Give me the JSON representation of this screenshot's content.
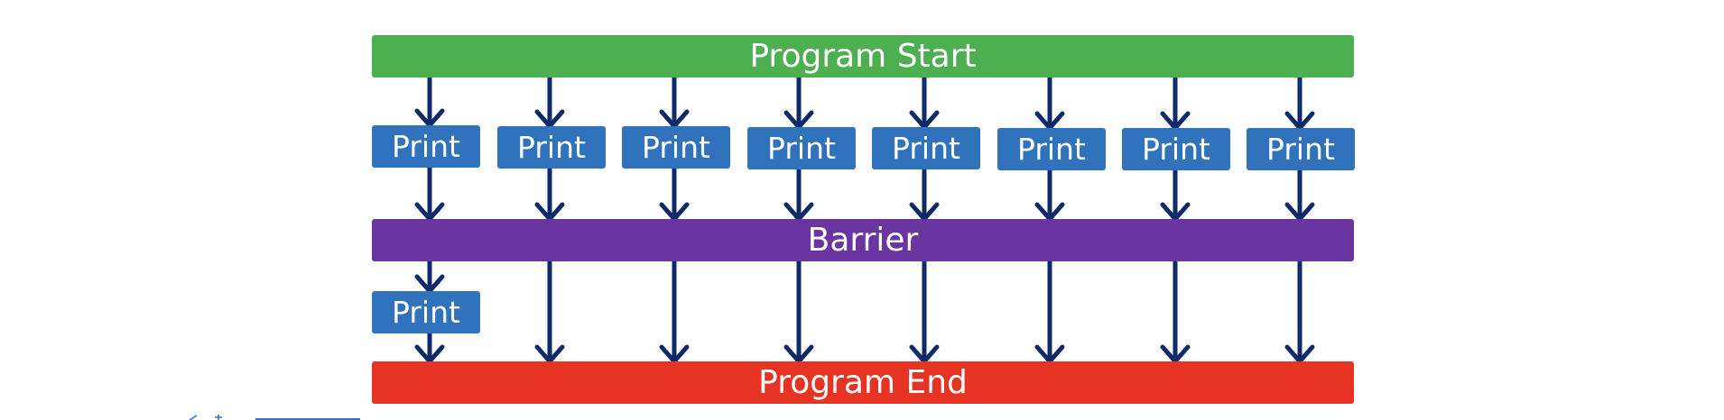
{
  "colors": {
    "start_bar": "#4caf50",
    "barrier_bar": "#6a35a1",
    "end_bar": "#e63323",
    "print_box": "#3172bd",
    "arrow": "#0f2a6b"
  },
  "start_bar": {
    "label": "Program Start"
  },
  "barrier_bar": {
    "label": "Barrier"
  },
  "end_bar": {
    "label": "Program End"
  },
  "print_boxes_before_barrier": [
    {
      "label": "Print"
    },
    {
      "label": "Print"
    },
    {
      "label": "Print"
    },
    {
      "label": "Print"
    },
    {
      "label": "Print"
    },
    {
      "label": "Print"
    },
    {
      "label": "Print"
    },
    {
      "label": "Print"
    }
  ],
  "print_boxes_after_barrier": [
    {
      "label": "Print"
    }
  ]
}
